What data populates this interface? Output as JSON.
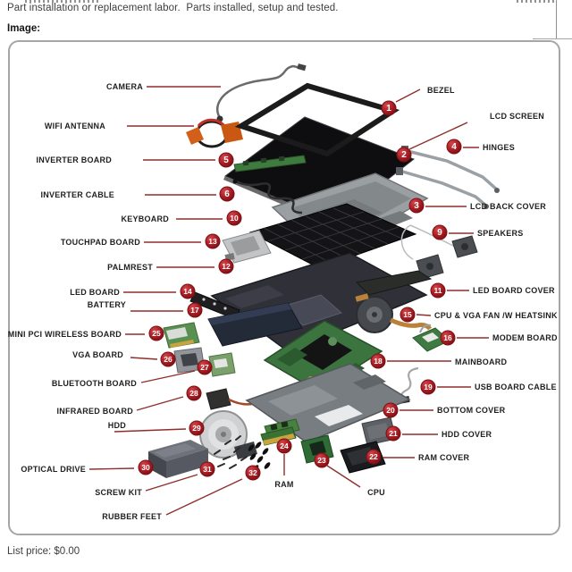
{
  "page": {
    "description": "Part installation or replacement labor.  Parts installed, setup and tested.",
    "image_label": "Image:",
    "list_price": "List price: $0.00"
  },
  "colors": {
    "marker_red": "#a51d23",
    "leader_line": "#8f2f2b",
    "label_text": "#1f1f1f",
    "box_border": "#a6a6a6"
  },
  "diagram": {
    "parts": [
      {
        "id": "camera",
        "label": "CAMERA",
        "number": null
      },
      {
        "id": "wifi_antenna",
        "label": "WIFI ANTENNA",
        "number": null
      },
      {
        "id": "bezel",
        "label": "BEZEL",
        "number": "1"
      },
      {
        "id": "lcd_screen",
        "label": "LCD SCREEN",
        "number": "2"
      },
      {
        "id": "lcd_back_cover",
        "label": "LCD BACK COVER",
        "number": "3"
      },
      {
        "id": "hinges",
        "label": "HINGES",
        "number": "4"
      },
      {
        "id": "inverter_board",
        "label": "INVERTER BOARD",
        "number": "5"
      },
      {
        "id": "inverter_cable",
        "label": "INVERTER CABLE",
        "number": "6"
      },
      {
        "id": "speakers",
        "label": "SPEAKERS",
        "number": "9"
      },
      {
        "id": "keyboard",
        "label": "KEYBOARD",
        "number": "10"
      },
      {
        "id": "led_board_cover",
        "label": "LED BOARD COVER",
        "number": "11"
      },
      {
        "id": "palmrest",
        "label": "PALMREST",
        "number": "12"
      },
      {
        "id": "touchpad_board",
        "label": "TOUCHPAD BOARD",
        "number": "13"
      },
      {
        "id": "led_board",
        "label": "LED BOARD",
        "number": "14"
      },
      {
        "id": "cpu_vga_fan",
        "label": "CPU & VGA FAN /W HEATSINK",
        "number": "15"
      },
      {
        "id": "modem_board",
        "label": "MODEM BOARD",
        "number": "16"
      },
      {
        "id": "battery",
        "label": "BATTERY",
        "number": "17"
      },
      {
        "id": "mainboard",
        "label": "MAINBOARD",
        "number": "18"
      },
      {
        "id": "usb_board_cable",
        "label": "USB BOARD CABLE",
        "number": "19"
      },
      {
        "id": "bottom_cover",
        "label": "BOTTOM COVER",
        "number": "20"
      },
      {
        "id": "hdd_cover",
        "label": "HDD COVER",
        "number": "21"
      },
      {
        "id": "ram_cover",
        "label": "RAM COVER",
        "number": "22"
      },
      {
        "id": "cpu",
        "label": "CPU",
        "number": "23"
      },
      {
        "id": "ram",
        "label": "RAM",
        "number": "24"
      },
      {
        "id": "mini_pci",
        "label": "MINI PCI WIRELESS BOARD",
        "number": "25"
      },
      {
        "id": "vga_board",
        "label": "VGA BOARD",
        "number": "26"
      },
      {
        "id": "bluetooth_board",
        "label": "BLUETOOTH BOARD",
        "number": "27"
      },
      {
        "id": "infrared_board",
        "label": "INFRARED BOARD",
        "number": "28"
      },
      {
        "id": "hdd",
        "label": "HDD",
        "number": "29"
      },
      {
        "id": "optical_drive",
        "label": "OPTICAL DRIVE",
        "number": "30"
      },
      {
        "id": "screw_kit",
        "label": "SCREW KIT",
        "number": "31"
      },
      {
        "id": "rubber_feet",
        "label": "RUBBER FEET",
        "number": "32"
      }
    ]
  }
}
